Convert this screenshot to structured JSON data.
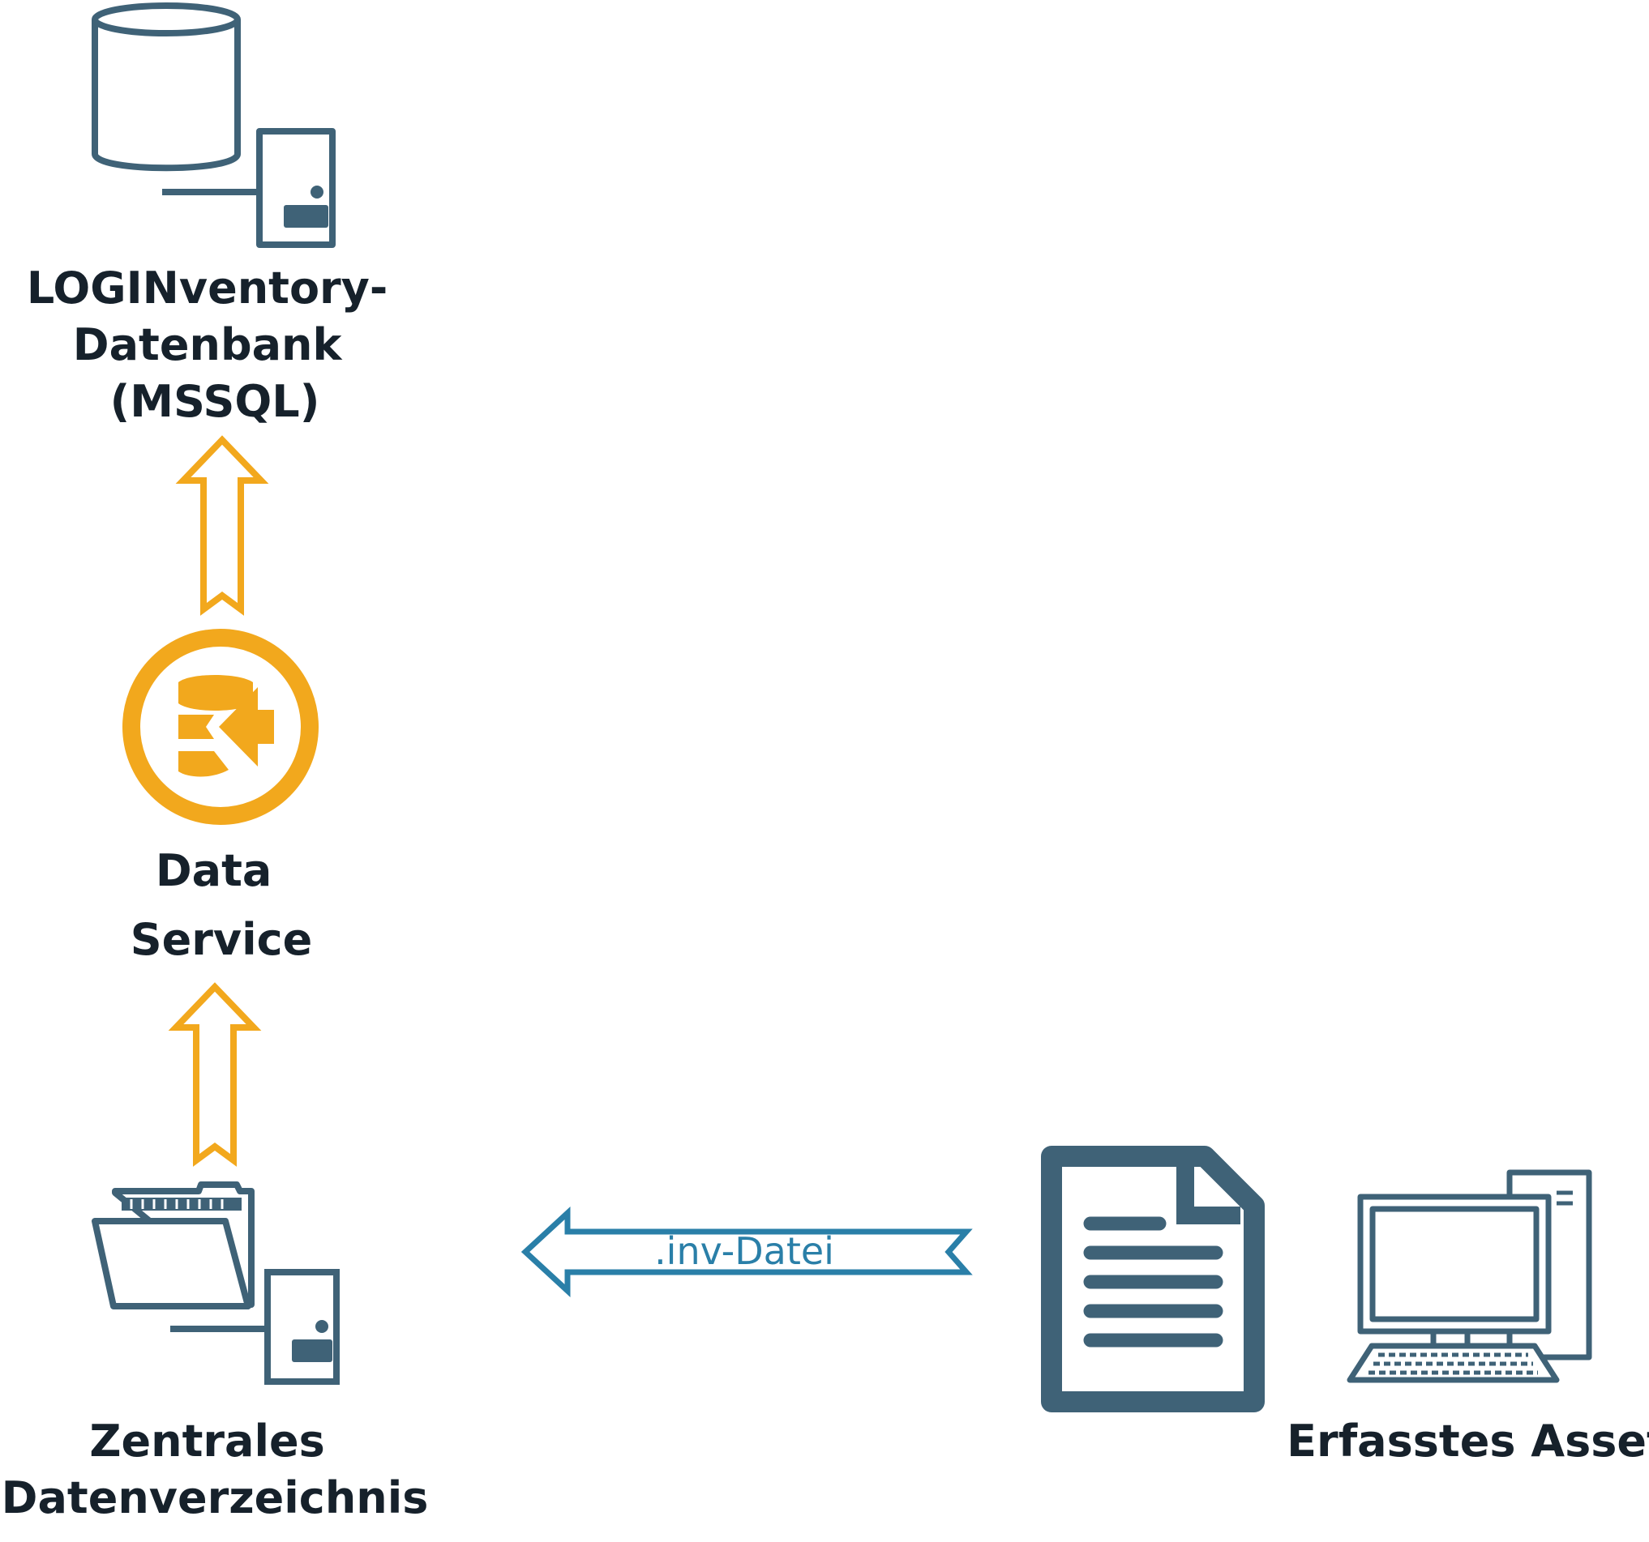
{
  "nodes": {
    "database": {
      "label_lines": [
        "LOGINventory-",
        "Datenbank",
        "(MSSQL)"
      ],
      "icon": "database-server-icon"
    },
    "data_service": {
      "label_lines": [
        "Data",
        "Service"
      ],
      "icon": "data-service-logo-icon"
    },
    "central_dir": {
      "label_lines": [
        "Zentrales",
        "Datenverzeichnis"
      ],
      "icon": "folder-server-icon"
    },
    "asset": {
      "label": "Erfasstes Asset",
      "icon": "desktop-computer-icon"
    },
    "file": {
      "icon": "document-icon"
    }
  },
  "edges": {
    "inv_file": {
      "label": ".inv-Datei",
      "color": "#2a7fa8"
    },
    "service_to_db": {
      "color": "#f2a81d"
    },
    "dir_to_service": {
      "color": "#f2a81d"
    }
  },
  "colors": {
    "icon": "#3f6277",
    "orange": "#f2a81d",
    "blue": "#2a7fa8",
    "text": "#16212b"
  }
}
